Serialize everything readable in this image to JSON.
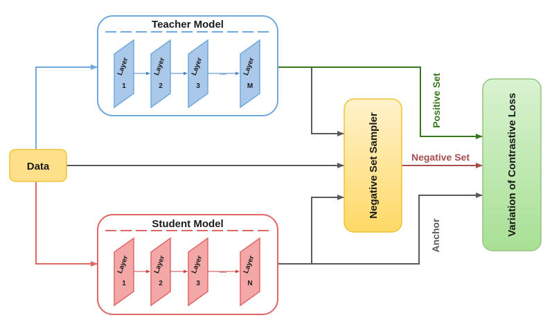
{
  "teacher": {
    "title": "Teacher Model",
    "layers": [
      {
        "label": "Layer",
        "index": "1"
      },
      {
        "label": "Layer",
        "index": "2"
      },
      {
        "label": "Layer",
        "index": "3"
      },
      {
        "label": "Layer",
        "index": "M"
      }
    ],
    "ellipsis": "....",
    "color": "#6fa8dc",
    "fill": "#a9c8ea"
  },
  "student": {
    "title": "Student Model",
    "layers": [
      {
        "label": "Layer",
        "index": "1"
      },
      {
        "label": "Layer",
        "index": "2"
      },
      {
        "label": "Layer",
        "index": "3"
      },
      {
        "label": "Layer",
        "index": "N"
      }
    ],
    "ellipsis": "....",
    "color": "#e06666",
    "fill": "#f4a7a7"
  },
  "data_node": {
    "label": "Data"
  },
  "sampler": {
    "label": "Negative Set Sampler"
  },
  "loss": {
    "label": "Variation of Contrastive Loss"
  },
  "edges": {
    "positive": {
      "label": "Positive Set",
      "color": "#38761d"
    },
    "negative": {
      "label": "Negative Set",
      "color": "#a64d4d"
    },
    "anchor": {
      "label": "Anchor",
      "color": "#595959"
    }
  }
}
